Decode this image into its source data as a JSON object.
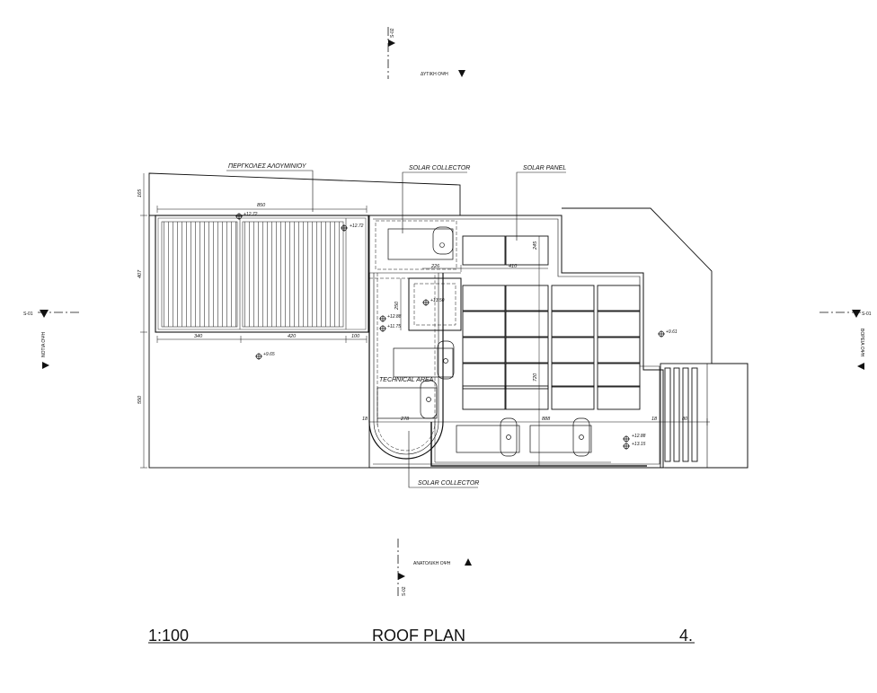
{
  "labels": {
    "pergola": "ΠΕΡΓΚΟΛΕΣ ΑΛΟΥΜΙΝΙΟΥ",
    "solar_collector_top": "SOLAR COLLECTOR",
    "solar_panel": "SOLAR PANEL",
    "technical_area": "TECHNICAL AREA",
    "solar_collector_bottom": "SOLAR COLLECTOR"
  },
  "views": {
    "west": "ΔΥΤΙΚΗ ΟΨΗ",
    "east": "ΑΝΑΤΟΛΙΚΗ ΟΨΗ",
    "south": "ΝΟΤΙΑ ΟΨΗ",
    "north": "ΒΟΡΕΙΑ ΟΨΗ"
  },
  "sections": {
    "top": "S-02",
    "bottom": "S-02",
    "left": "S-01",
    "right": "S-01"
  },
  "levels": {
    "pergola_top": "+12.72",
    "pergola_right": "+12.72",
    "yard_left": "+9.65",
    "right_terrace": "+9.61",
    "tank": "+13.50",
    "tech_1": "+12.88",
    "tech_2": "+11.75",
    "bottom_1": "+12.88",
    "bottom_2": "+13.15"
  },
  "dimensions": {
    "top_850": "850",
    "left_165": "165",
    "left_407": "407",
    "left_550": "550",
    "b_340": "340",
    "b_420": "420",
    "b_100": "100",
    "d_226": "226",
    "d_410": "410",
    "d_245": "245",
    "d_250": "250",
    "d_720": "720",
    "d_18a": "18",
    "d_278": "278",
    "d_888": "888",
    "d_18b": "18",
    "d_80": "80"
  },
  "title": {
    "scale": "1:100",
    "name": "ROOF PLAN",
    "number": "4."
  }
}
